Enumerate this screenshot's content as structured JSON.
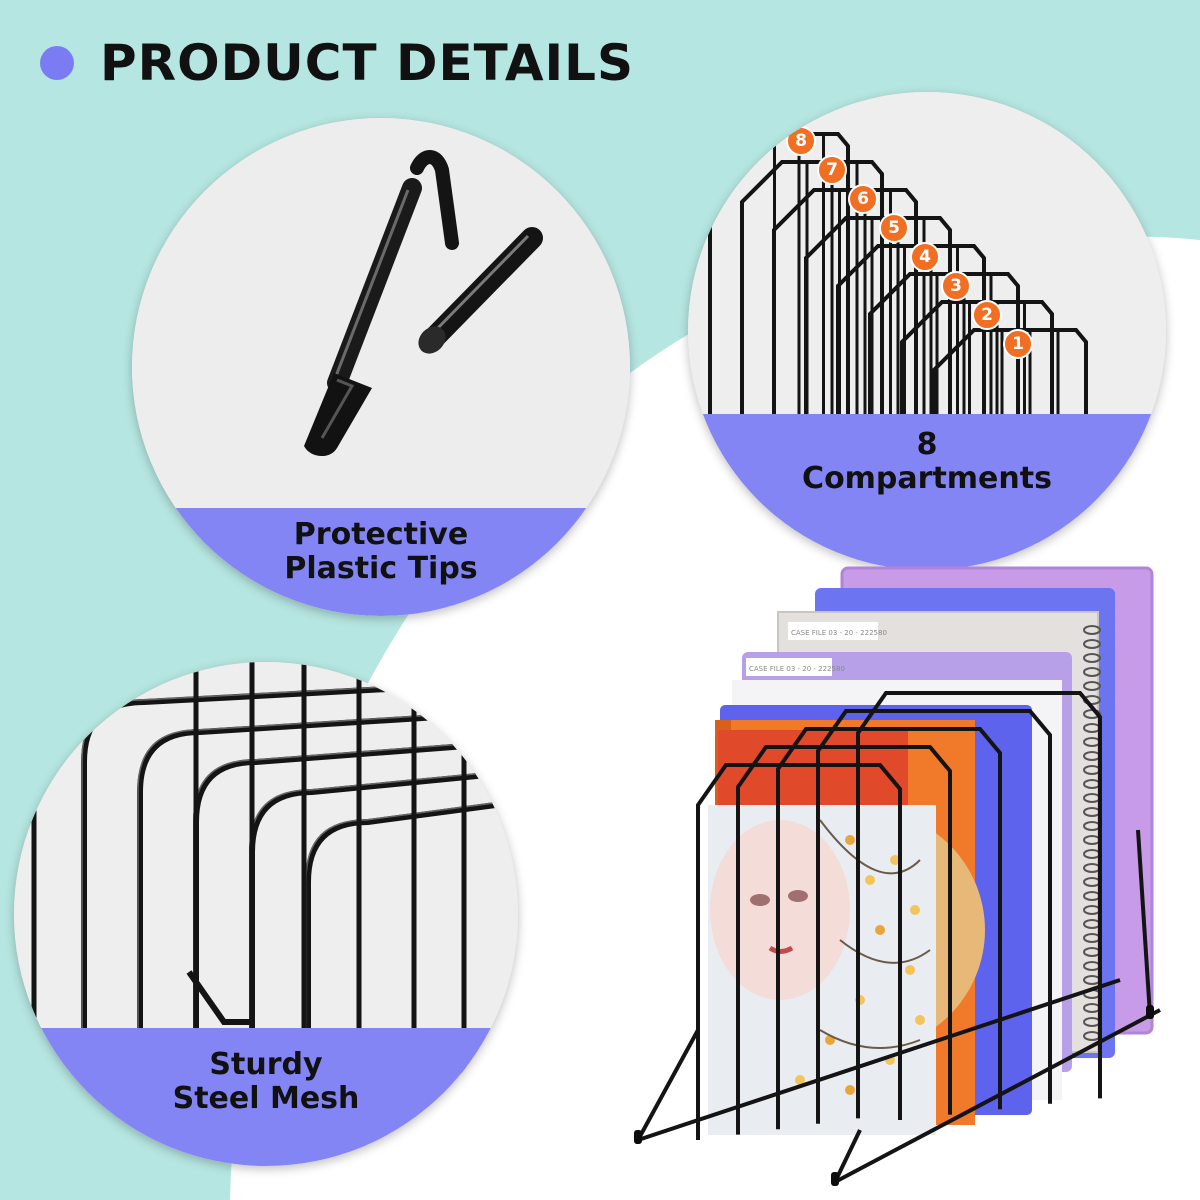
{
  "header": {
    "title": "PRODUCT DETAILS"
  },
  "details": [
    {
      "id": "tips",
      "lines": [
        "Protective",
        "Plastic Tips"
      ]
    },
    {
      "id": "compartments",
      "lines": [
        "8",
        "Compartments"
      ]
    },
    {
      "id": "mesh",
      "lines": [
        "Sturdy",
        "Steel Mesh"
      ]
    }
  ],
  "compartment_numbers": [
    "8",
    "7",
    "6",
    "5",
    "4",
    "3",
    "2",
    "1"
  ],
  "folder_tabs": [
    "CASE FILE 03 - 20 - 222580",
    "CASE FILE 03 - 20 - 222580"
  ],
  "colors": {
    "mint_background": "#b6e6e1",
    "accent_purple": "#7b7cf3",
    "label_band": "#8385f4",
    "badge_orange": "#f26e23",
    "rack_black": "#141414"
  },
  "icons": {
    "bullet": "purple-dot-icon"
  }
}
